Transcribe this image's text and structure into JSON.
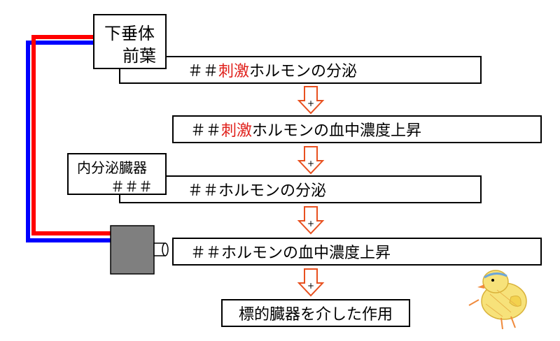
{
  "colors": {
    "feedback_red": "#ff0000",
    "feedback_blue": "#0000ff",
    "accent_red_text": "#e0201b",
    "arrow_red": "#e8501f",
    "device_gray": "#7f7f7f"
  },
  "pituitary": {
    "line1": "下垂体",
    "line2": "前葉"
  },
  "endocrine_organ": {
    "line1": "内分泌臓器",
    "line2": "＃＃＃"
  },
  "steps": [
    {
      "prefix": "＃＃",
      "highlight": "刺激",
      "suffix": "ホルモンの分泌"
    },
    {
      "prefix": "＃＃",
      "highlight": "刺激",
      "suffix": "ホルモンの血中濃度上昇"
    },
    {
      "prefix": "＃＃",
      "highlight": "",
      "suffix": "ホルモンの分泌"
    },
    {
      "prefix": "＃＃",
      "highlight": "",
      "suffix": "ホルモンの血中濃度上昇"
    }
  ],
  "target": {
    "label": "標的臓器を介した作用"
  },
  "arrows": [
    {
      "symbol": "+"
    },
    {
      "symbol": "+"
    },
    {
      "symbol": "+"
    },
    {
      "symbol": "+"
    }
  ],
  "icons": {
    "chick": "chick-illustration-icon",
    "device": "detector-device-icon",
    "arrow": "down-arrow-icon"
  }
}
